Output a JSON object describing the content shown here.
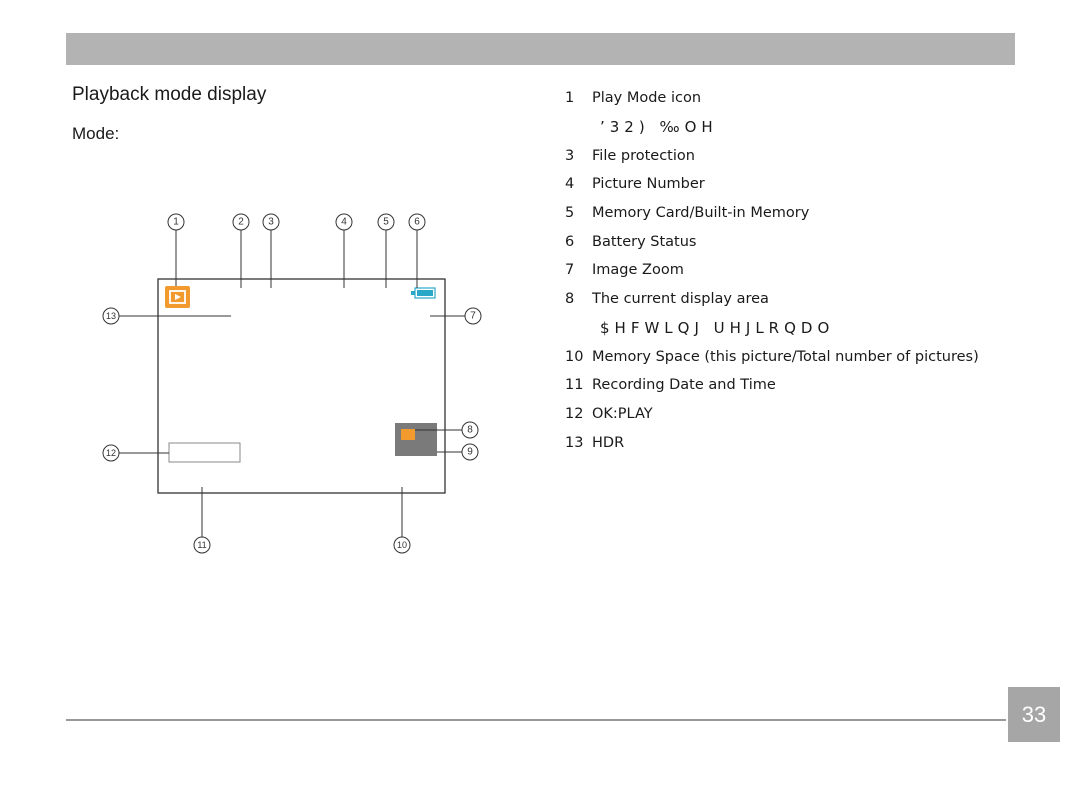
{
  "header": {
    "section_title": "Playback mode display",
    "mode_label": "Mode:"
  },
  "legend": [
    {
      "num": "1",
      "label": "Play Mode icon",
      "garbled": false
    },
    {
      "num": "",
      "label": "’32)  ‰OH",
      "garbled": true
    },
    {
      "num": "3",
      "label": "File protection",
      "garbled": false
    },
    {
      "num": "4",
      "label": "Picture Number",
      "garbled": false
    },
    {
      "num": "5",
      "label": "Memory Card/Built-in Memory",
      "garbled": false
    },
    {
      "num": "6",
      "label": "Battery Status",
      "garbled": false
    },
    {
      "num": "7",
      "label": "Image Zoom",
      "garbled": false
    },
    {
      "num": "8",
      "label": "The current display area",
      "garbled": false
    },
    {
      "num": "",
      "label": "$HFWLQJ UHJLRQDO",
      "garbled": true
    },
    {
      "num": "10",
      "label": "Memory Space (this picture/Total number of pictures)",
      "garbled": false
    },
    {
      "num": "11",
      "label": "Recording Date and Time",
      "garbled": false
    },
    {
      "num": "12",
      "label": "OK:PLAY",
      "garbled": false
    },
    {
      "num": "13",
      "label": "HDR",
      "garbled": false
    }
  ],
  "diagram": {
    "callouts": [
      "1",
      "2",
      "3",
      "4",
      "5",
      "6",
      "7",
      "8",
      "9",
      "10",
      "11",
      "12",
      "13"
    ],
    "play_icon": "play-mode-icon",
    "battery_icon": "battery-icon",
    "accent_color": "#f29a2e",
    "battery_color": "#2aa8c8",
    "zoom_box_color": "#7a7a7a"
  },
  "footer": {
    "page_number": "33"
  }
}
